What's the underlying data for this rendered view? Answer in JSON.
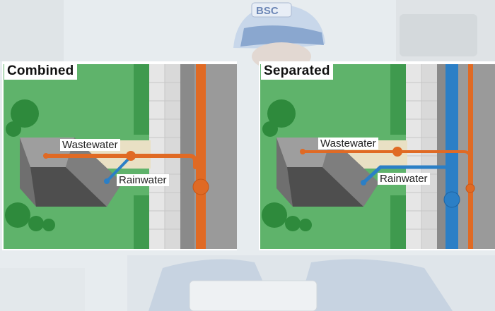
{
  "background": {
    "badge_text": "BSC"
  },
  "diagrams": [
    {
      "title": "Combined",
      "labels": {
        "wastewater": "Wastewater",
        "rainwater": "Rainwater"
      }
    },
    {
      "title": "Separated",
      "labels": {
        "wastewater": "Wastewater",
        "rainwater": "Rainwater"
      }
    }
  ],
  "colors": {
    "grass": "#5fb36b",
    "tree": "#2e8a3c",
    "road": "#9a9a9a",
    "sidewalk": "#d9d9d9",
    "path": "#e9e0c4",
    "house_roof_light": "#8c8c8c",
    "house_roof_dark": "#555555",
    "wastewater_pipe": "#e06a24",
    "rainwater_pipe": "#2b7fc6"
  }
}
